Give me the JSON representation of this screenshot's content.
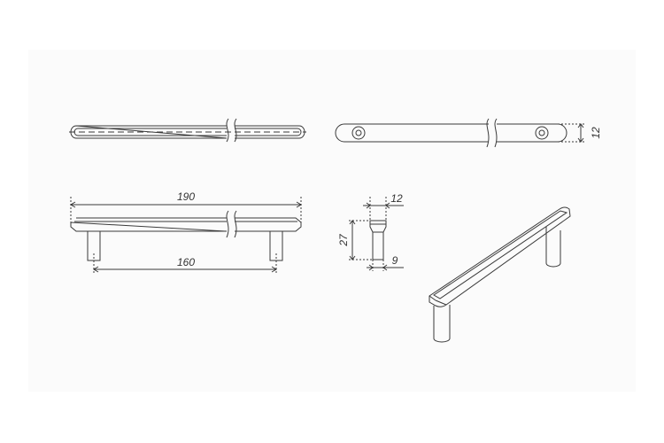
{
  "drawing": {
    "colors": {
      "page": "#ffffff",
      "panel": "#fbfbfb",
      "line": "#3a3a3a",
      "dimension": "#444444"
    },
    "dimensions": {
      "overall_length": "190",
      "hole_spacing": "160",
      "width": "12",
      "depth_top": "12",
      "height": "27",
      "post_diameter": "9"
    }
  }
}
